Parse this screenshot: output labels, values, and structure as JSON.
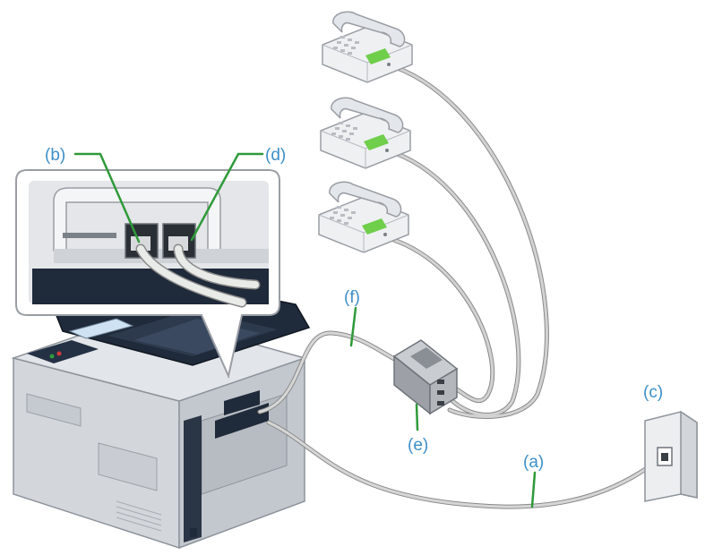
{
  "labels": {
    "a": "(a)",
    "b": "(b)",
    "c": "(c)",
    "d": "(d)",
    "e": "(e)",
    "f": "(f)"
  },
  "colors": {
    "label_text": "#3d8fc8",
    "leader_line": "#2f9a3a",
    "cable": "#b8b8b8",
    "cable_outline": "#8a8a8a",
    "printer_body": "#d9dde2",
    "printer_dark": "#1f2a3a",
    "phone_body": "#e9ebee",
    "phone_display": "#6fce4a"
  },
  "icons": {
    "printer": "multifunction-printer-icon",
    "phone": "telephone-icon",
    "wall_jack": "wall-jack-icon",
    "splitter": "line-splitter-icon"
  }
}
